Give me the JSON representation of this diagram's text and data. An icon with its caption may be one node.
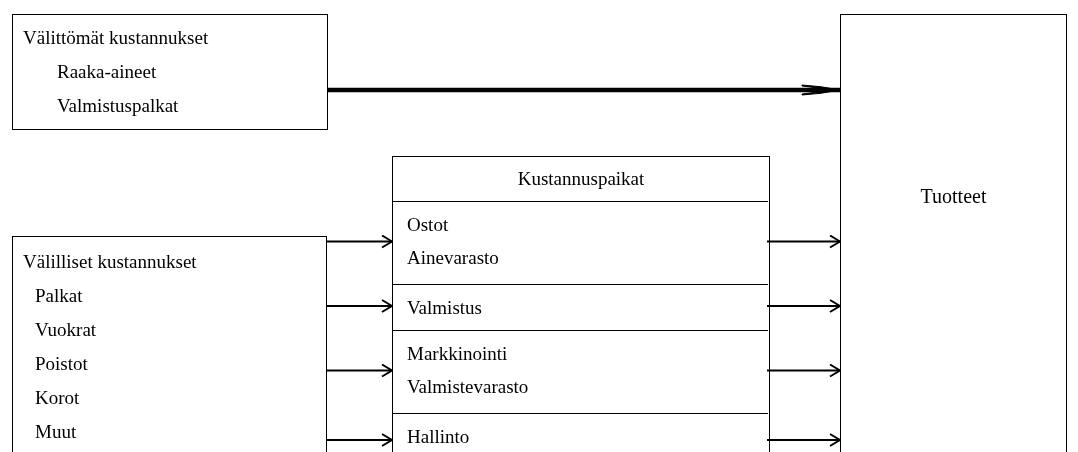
{
  "diagram": {
    "nodes": [
      {
        "text": [
          "Välittömät kustannukset",
          "Raaka-aineet",
          "Valmistuspalkat"
        ]
      },
      {
        "text": [
          "Kustannuspaikat"
        ]
      },
      {
        "text": [
          "Ostot",
          "Ainevarasto"
        ],
        "in": 1
      },
      {
        "text": [
          "Valmistus"
        ],
        "in": 1
      },
      {
        "text": [
          "Markkinointi",
          "Valmistevarasto"
        ],
        "in": 1
      },
      {
        "text": [
          "Hallinto"
        ],
        "in": 1
      },
      {
        "text": [
          "Välilliset kustannukset",
          "Palkat",
          "Vuokrat",
          "Poistot",
          "Korot",
          "Muut"
        ]
      },
      {
        "text": [
          "Tuotteet"
        ]
      }
    ],
    "edges": [
      {
        "from": 0,
        "to": 7,
        "arrow": "to",
        "style": "thick"
      },
      {
        "from": 6,
        "to": 2,
        "arrow": "to"
      },
      {
        "from": 6,
        "to": 3,
        "arrow": "to"
      },
      {
        "from": 6,
        "to": 4,
        "arrow": "to"
      },
      {
        "from": 6,
        "to": 5,
        "arrow": "to"
      },
      {
        "from": 2,
        "to": 7,
        "arrow": "to"
      },
      {
        "from": 3,
        "to": 7,
        "arrow": "to"
      },
      {
        "from": 4,
        "to": 7,
        "arrow": "to"
      },
      {
        "from": 5,
        "to": 7,
        "arrow": "to"
      }
    ]
  }
}
